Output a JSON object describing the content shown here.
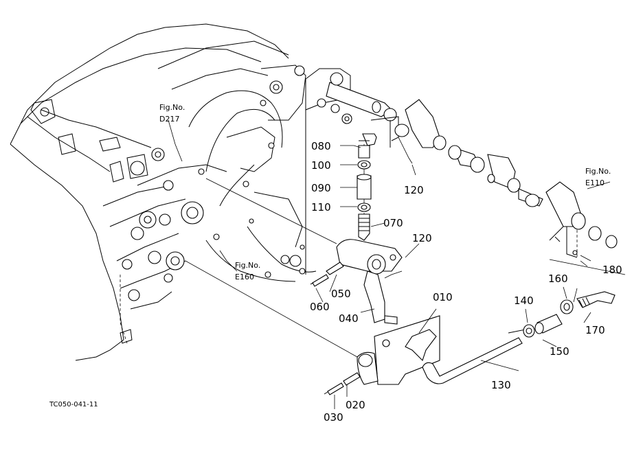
{
  "figure": {
    "code": "TC050-041-11",
    "references": [
      {
        "prefix": "Fig.No.",
        "number": "D217"
      },
      {
        "prefix": "Fig.No.",
        "number": "E110"
      },
      {
        "prefix": "Fig.No.",
        "number": "E160"
      }
    ],
    "part_labels": [
      "010",
      "020",
      "030",
      "040",
      "050",
      "060",
      "070",
      "080",
      "090",
      "100",
      "110",
      "120",
      "120",
      "130",
      "140",
      "150",
      "160",
      "170",
      "180"
    ]
  }
}
